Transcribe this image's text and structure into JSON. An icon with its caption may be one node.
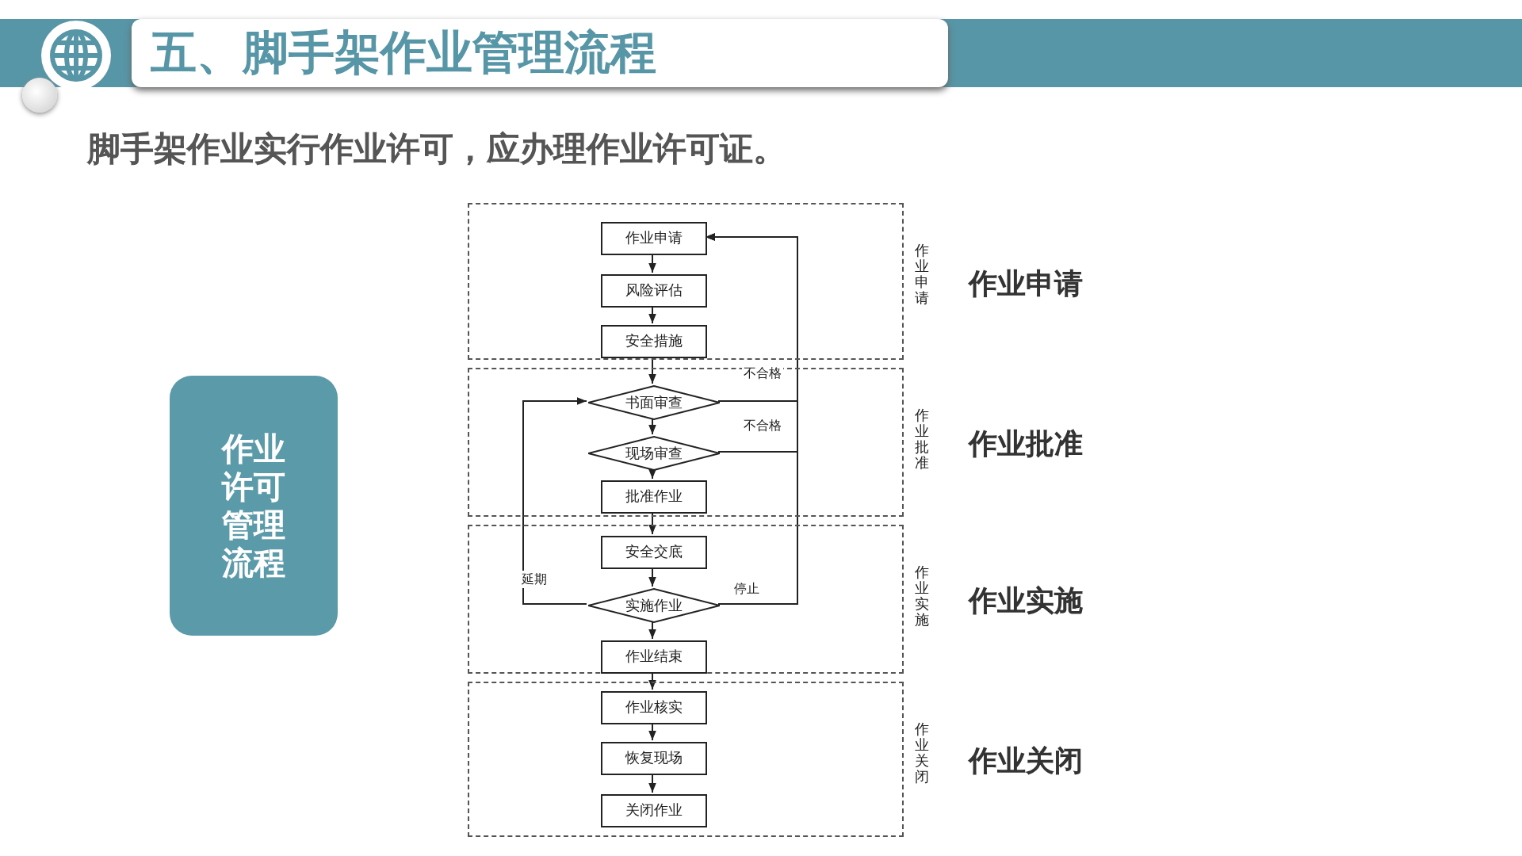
{
  "diagram": {
    "title": "五、脚手架作业管理流程",
    "nodes": [
      {
        "text": [
          "作业许可管理流程"
        ]
      },
      {
        "text": [
          "作业申请"
        ],
        "beside": [
          "作业申请"
        ]
      },
      {
        "text": [
          "作业申请"
        ],
        "in": 1
      },
      {
        "text": [
          "风险评估"
        ],
        "in": 1
      },
      {
        "text": [
          "安全措施"
        ],
        "in": 1
      },
      {
        "text": [
          "作业批准"
        ],
        "beside": [
          "作业批准"
        ]
      },
      {
        "text": [
          "书面审查"
        ],
        "in": 5
      },
      {
        "text": [
          "现场审查"
        ],
        "in": 5
      },
      {
        "text": [
          "批准作业"
        ],
        "in": 5
      },
      {
        "text": [
          "作业实施"
        ],
        "beside": [
          "作业实施"
        ]
      },
      {
        "text": [
          "安全交底"
        ],
        "in": 9
      },
      {
        "text": [
          "实施作业"
        ],
        "in": 9
      },
      {
        "text": [
          "作业结束"
        ],
        "in": 9
      },
      {
        "text": [
          "作业关闭"
        ],
        "beside": [
          "作业关闭"
        ]
      },
      {
        "text": [
          "作业核实"
        ],
        "in": 13
      },
      {
        "text": [
          "恢复现场"
        ],
        "in": 13
      },
      {
        "text": [
          "关闭作业"
        ],
        "in": 13
      }
    ],
    "edges": [
      {
        "from": 2,
        "to": 3,
        "arrow": "to"
      },
      {
        "from": 3,
        "to": 4,
        "arrow": "to"
      },
      {
        "from": 4,
        "to": 6,
        "arrow": "to"
      },
      {
        "from": 6,
        "to": 7,
        "arrow": "to"
      },
      {
        "from": 7,
        "to": 8,
        "arrow": "to"
      },
      {
        "from": 8,
        "to": 10,
        "arrow": "to"
      },
      {
        "from": 10,
        "to": 11,
        "arrow": "to"
      },
      {
        "from": 11,
        "to": 12,
        "arrow": "to"
      },
      {
        "from": 12,
        "to": 14,
        "arrow": "to"
      },
      {
        "from": 14,
        "to": 15,
        "arrow": "to"
      },
      {
        "from": 15,
        "to": 16,
        "arrow": "to"
      },
      {
        "from": 6,
        "to": 2,
        "arrow": "to",
        "label": "不合格"
      },
      {
        "from": 7,
        "to": 2,
        "arrow": "to",
        "label": "不合格"
      },
      {
        "from": 11,
        "to": 2,
        "arrow": "to",
        "label": "停止"
      },
      {
        "from": 11,
        "to": 6,
        "arrow": "to",
        "label": "延期"
      }
    ],
    "labels": [
      "脚手架作业实行作业许可，应办理作业许可证。"
    ]
  }
}
